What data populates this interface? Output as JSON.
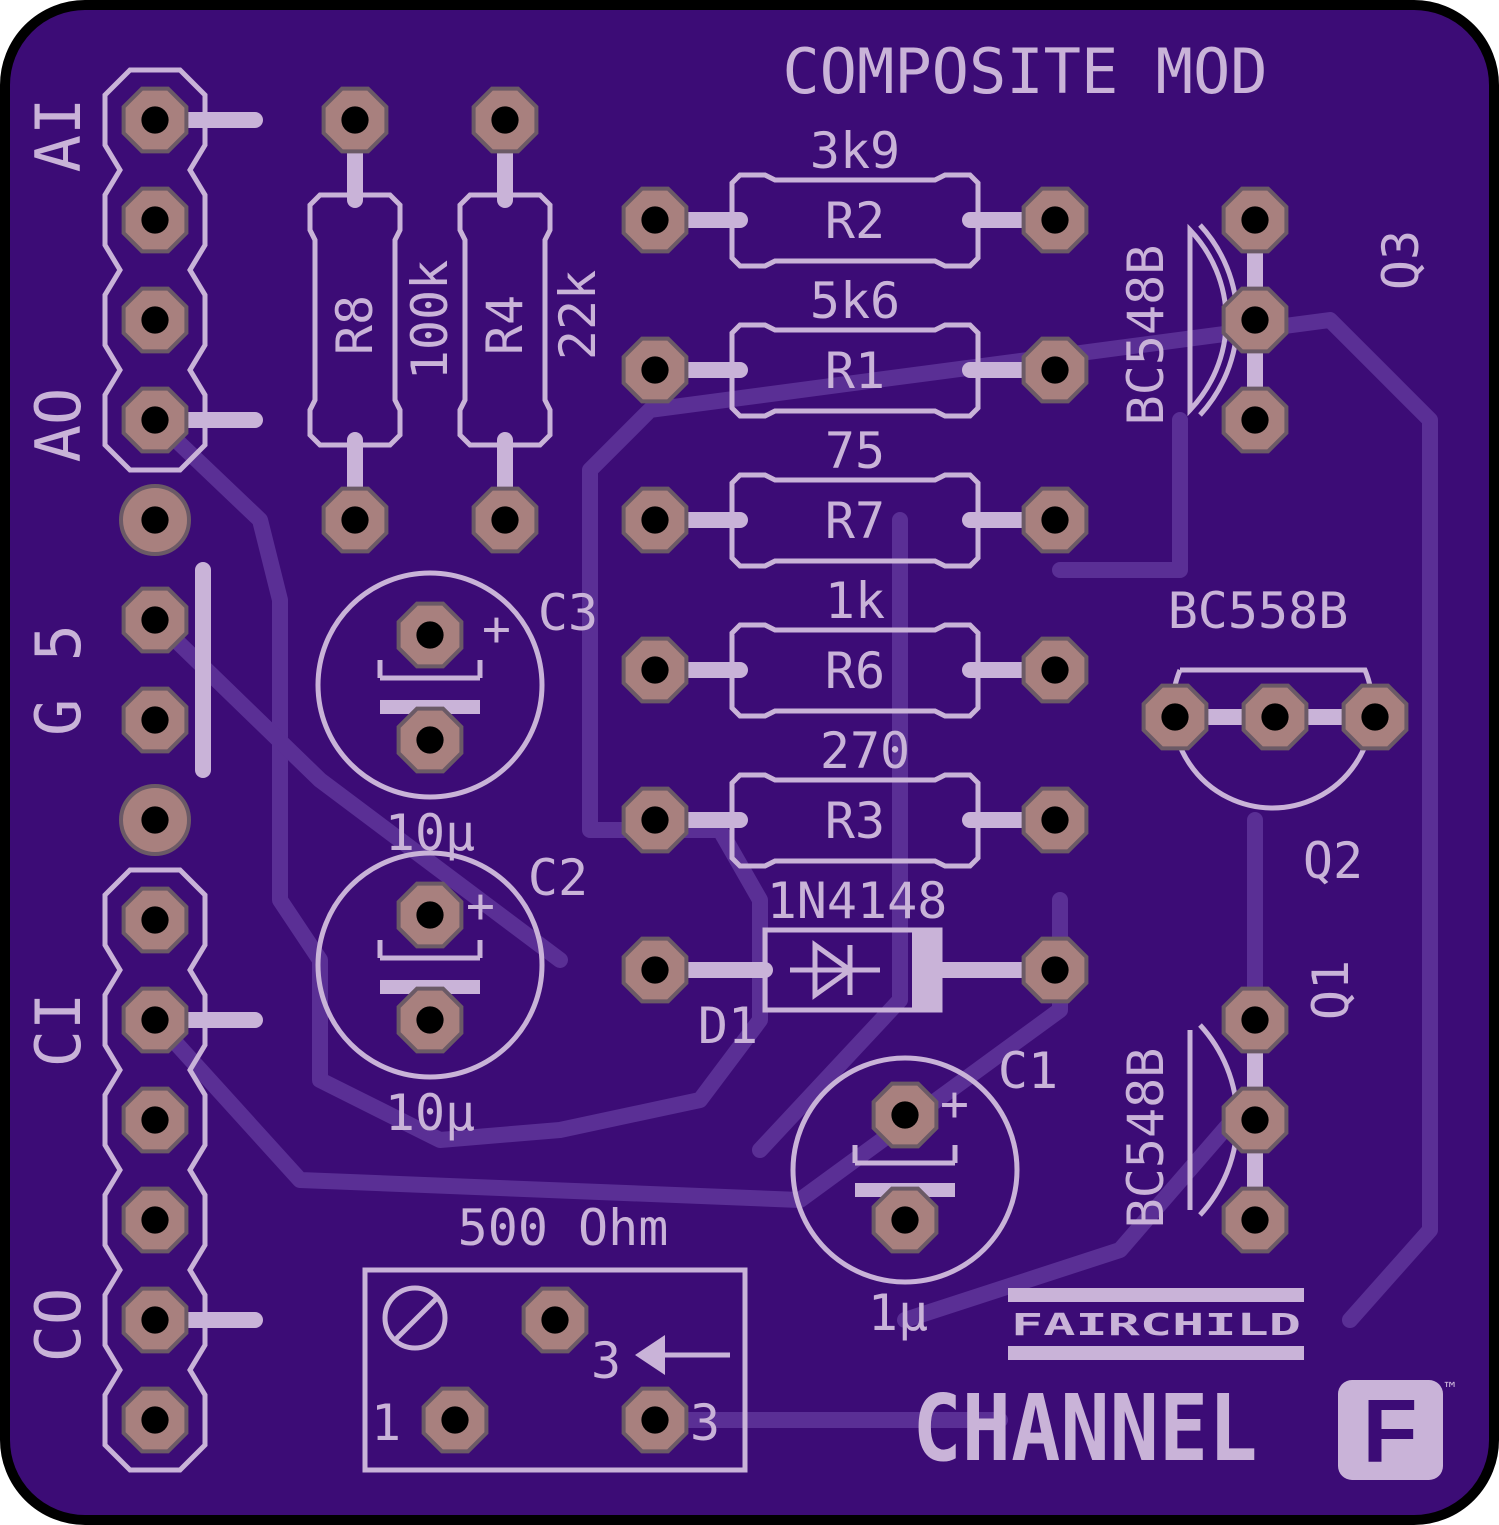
{
  "title": "COMPOSITE MOD",
  "header_labels": [
    {
      "text": "AI"
    },
    {
      "text": "AO"
    },
    {
      "text": "G 5"
    },
    {
      "text": "CI"
    },
    {
      "text": "CO"
    }
  ],
  "resistors": [
    {
      "ref": "R2",
      "value": "3k9"
    },
    {
      "ref": "R1",
      "value": "5k6"
    },
    {
      "ref": "R7",
      "value": "75"
    },
    {
      "ref": "R6",
      "value": "1k"
    },
    {
      "ref": "R3",
      "value": "270"
    },
    {
      "ref": "R8",
      "value": "100k"
    },
    {
      "ref": "R4",
      "value": "22k"
    }
  ],
  "capacitors": [
    {
      "ref": "C3",
      "value": "10µ"
    },
    {
      "ref": "C2",
      "value": "10µ"
    },
    {
      "ref": "C1",
      "value": "1µ"
    }
  ],
  "polarity_mark": "+",
  "diode": {
    "ref": "D1",
    "value": "1N4148"
  },
  "transistors": [
    {
      "ref": "Q3",
      "part": "BC548B"
    },
    {
      "ref": "Q2",
      "part": "BC558B"
    },
    {
      "ref": "Q1",
      "part": "BC548B"
    }
  ],
  "trimmer": {
    "value": "500 Ohm",
    "pin_labels": [
      "1",
      "3",
      "3"
    ]
  },
  "logos": {
    "fairchild": "FAIRCHILD",
    "channel": "CHANNEL",
    "channel_letter": "F",
    "trademark": "™"
  },
  "colors": {
    "board": "#3c0c76",
    "silkscreen": "#c9b3d8",
    "pad": "#a8807e",
    "outline": "#000000"
  }
}
